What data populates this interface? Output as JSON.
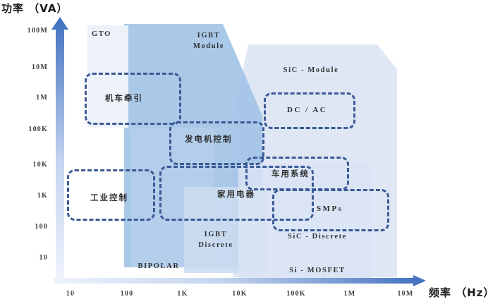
{
  "axes": {
    "y_title": "功率 （VA）",
    "x_title": "频率 （Hz）",
    "y_ticks": [
      "100M",
      "10M",
      "1M",
      "100K",
      "10K",
      "1K",
      "100",
      "10"
    ],
    "x_ticks": [
      "10",
      "100",
      "1K",
      "10K",
      "100K",
      "1M",
      "10M"
    ],
    "arrow_color_dark": "#3f6fbe",
    "arrow_color_light": "#e8eefb"
  },
  "chart_data": {
    "type": "scatter",
    "title": "功率 （VA） vs 频率 （Hz） 功率半导体应用分布",
    "xlabel": "频率 （Hz）",
    "ylabel": "功率 （VA）",
    "x": [
      "10",
      "100",
      "1K",
      "10K",
      "100K",
      "1M",
      "10M"
    ],
    "y": [
      "10",
      "100",
      "1K",
      "10K",
      "100K",
      "1M",
      "10M",
      "100M"
    ],
    "xscale": "log",
    "yscale": "log",
    "grid": false,
    "legend": "none",
    "technology_regions": [
      {
        "name": "GTO",
        "label": "GTO",
        "color": "#edf1f9",
        "x_range": [
          "10",
          "100"
        ],
        "y_range": [
          "100K",
          "100M"
        ]
      },
      {
        "name": "IGBT Module",
        "label": "IGBT\nModule",
        "color": "#a3c4e6",
        "x_range": [
          "100",
          "100K"
        ],
        "y_range": [
          "10",
          "100M"
        ]
      },
      {
        "name": "SiC - Module",
        "label": "SiC - Module",
        "color": "#dbe5f4",
        "x_range": [
          "10K",
          "10M"
        ],
        "y_range": [
          "1K",
          "100M"
        ]
      },
      {
        "name": "BIPOLAR",
        "label": "BIPOLAR",
        "color": "#b3cdeb",
        "x_range": [
          "100",
          "10K"
        ],
        "y_range": [
          "10",
          "100K"
        ]
      },
      {
        "name": "IGBT Discrete",
        "label": "IGBT\nDiscrete",
        "color": "#cddef0",
        "x_range": [
          "1K",
          "100K"
        ],
        "y_range": [
          "10",
          "10K"
        ]
      },
      {
        "name": "SiC - Discrete",
        "label": "SiC - Discrete",
        "color": "#dce6f5",
        "x_range": [
          "10K",
          "10M"
        ],
        "y_range": [
          "10",
          "10K"
        ]
      },
      {
        "name": "Si - MOSFET",
        "label": "Si - MOSFET",
        "color": "#dde7f5",
        "x_range": [
          "10K",
          "10M"
        ],
        "y_range": [
          "10",
          "1K"
        ]
      }
    ],
    "application_boxes": [
      {
        "name": "机车牵引",
        "label": "机车牵引",
        "x_range": [
          "10",
          "300"
        ],
        "y_range": [
          "200K",
          "10M"
        ]
      },
      {
        "name": "DC / AC",
        "label": "DC / AC",
        "x_range": [
          "30K",
          "3M"
        ],
        "y_range": [
          "150K",
          "3M"
        ]
      },
      {
        "name": "发电机控制",
        "label": "发电机控制",
        "x_range": [
          "700",
          "80K"
        ],
        "y_range": [
          "6K",
          "300K"
        ]
      },
      {
        "name": "车用系统",
        "label": "车用系统",
        "x_range": [
          "20K",
          "3M"
        ],
        "y_range": [
          "1.5K",
          "25K"
        ]
      },
      {
        "name": "工业控制",
        "label": "工业控制",
        "x_range": [
          "10",
          "400"
        ],
        "y_range": [
          "150",
          "8K"
        ]
      },
      {
        "name": "家用电器",
        "label": "家用电器",
        "x_range": [
          "400",
          "200K"
        ],
        "y_range": [
          "150",
          "8K"
        ]
      },
      {
        "name": "SMPs",
        "label": "SMPs",
        "x_range": [
          "60K",
          "5M"
        ],
        "y_range": [
          "100",
          "1.5K"
        ]
      }
    ]
  }
}
